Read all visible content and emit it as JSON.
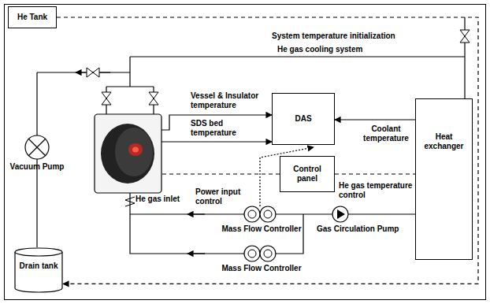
{
  "diagram": {
    "nodes": [
      {
        "text": [
          "He Tank"
        ]
      },
      {
        "text": [
          "DAS"
        ]
      },
      {
        "text": [
          "Control panel"
        ]
      },
      {
        "text": [
          "Heat exchanger"
        ]
      },
      {
        "text": [
          "Drain tank"
        ]
      }
    ],
    "edges": [
      {
        "from": 0,
        "to": 4,
        "arrow": "to"
      },
      {
        "from": 3,
        "to": 1,
        "label": "Coolant temperature",
        "arrow": "to"
      },
      {
        "from": 2,
        "to": 3,
        "arrow": "none"
      }
    ],
    "labels": [
      "System temperature initialization",
      "He gas cooling system",
      "Vessel & Insulator temperature",
      "SDS bed temperature",
      "Vacuum Pump",
      "He gas inlet",
      "Power input control",
      "He gas temperature control",
      "Gas Circulation Pump",
      "Mass Flow Controller",
      "Mass Flow Controller"
    ]
  }
}
